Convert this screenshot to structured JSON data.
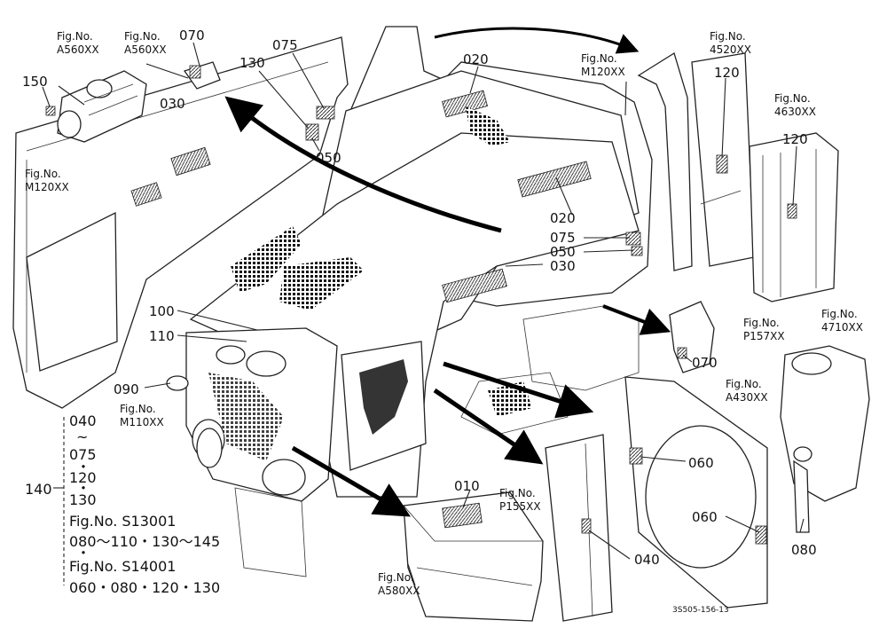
{
  "figure_refs": {
    "starter_fig_1": "Fig.No.\nA560XX",
    "starter_fig_2": "Fig.No.\nA560XX",
    "hood_fig_top": "Fig.No.\nM120XX",
    "hood_fig_left": "Fig.No.\nM120XX",
    "side_panel_fig_1": "Fig.No.\n4520XX",
    "side_panel_fig_2": "Fig.No.\n4630XX",
    "bracket_fig": "Fig.No.\nP157XX",
    "tank_fig": "Fig.No.\n4710XX",
    "shroud_fig": "Fig.No.\nA430XX",
    "front_grille_fig": "Fig.No.\nM110XX",
    "panel_fig": "Fig.No.\nP155XX",
    "battery_fig": "Fig.No.\nA580XX"
  },
  "callouts": {
    "c150": "150",
    "c030_left": "030",
    "c070_top": "070",
    "c075_top": "075",
    "c130_top": "130",
    "c050_top": "050",
    "c020_top": "020",
    "c120_a": "120",
    "c120_b": "120",
    "c020_mid": "020",
    "c075_mid": "075",
    "c050_mid": "050",
    "c030_mid": "030",
    "c100": "100",
    "c110": "110",
    "c090": "090",
    "c070_right": "070",
    "c060_a": "060",
    "c060_b": "060",
    "c080": "080",
    "c010": "010",
    "c040": "040"
  },
  "legend": {
    "c140": "140",
    "l1": "040",
    "l2": "~",
    "l3": "075",
    "l4": "・",
    "l5": "120",
    "l6": "・",
    "l7": "130",
    "l8": "Fig.No. S13001",
    "l9": "080～110・130～145",
    "l10": "・",
    "l11": "Fig.No. S14001",
    "l12": "060・080・120・130"
  },
  "drawing_code": "3S505-156-13"
}
